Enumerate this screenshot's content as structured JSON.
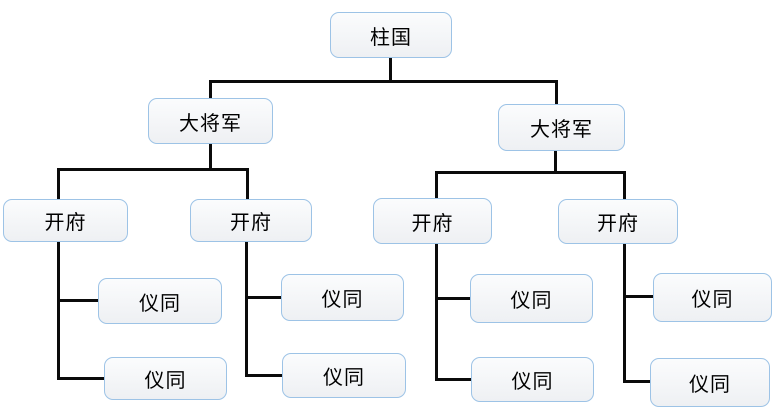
{
  "diagram": {
    "type": "org-chart",
    "background_color": "#FFFFFF",
    "node_fill_color": "#F2F3F5",
    "node_border_color": "#9DC3E6",
    "connector_color": "#0B0B0B",
    "text_color": "#000000",
    "levels": [
      {
        "level": 1,
        "title": "柱国",
        "count": 1
      },
      {
        "level": 2,
        "title": "大将军",
        "count": 2
      },
      {
        "level": 3,
        "title": "开府",
        "count": 4
      },
      {
        "level": 4,
        "title": "仪同",
        "count": 8
      }
    ],
    "nodes": [
      {
        "id": "zhuguo",
        "label": "柱国",
        "level": 1,
        "parent": null
      },
      {
        "id": "dajiangjun-1",
        "label": "大将军",
        "level": 2,
        "parent": "zhuguo"
      },
      {
        "id": "dajiangjun-2",
        "label": "大将军",
        "level": 2,
        "parent": "zhuguo"
      },
      {
        "id": "kaifu-1",
        "label": "开府",
        "level": 3,
        "parent": "dajiangjun-1"
      },
      {
        "id": "kaifu-2",
        "label": "开府",
        "level": 3,
        "parent": "dajiangjun-1"
      },
      {
        "id": "kaifu-3",
        "label": "开府",
        "level": 3,
        "parent": "dajiangjun-2"
      },
      {
        "id": "kaifu-4",
        "label": "开府",
        "level": 3,
        "parent": "dajiangjun-2"
      },
      {
        "id": "yitong-1a",
        "label": "仪同",
        "level": 4,
        "parent": "kaifu-1"
      },
      {
        "id": "yitong-1b",
        "label": "仪同",
        "level": 4,
        "parent": "kaifu-1"
      },
      {
        "id": "yitong-2a",
        "label": "仪同",
        "level": 4,
        "parent": "kaifu-2"
      },
      {
        "id": "yitong-2b",
        "label": "仪同",
        "level": 4,
        "parent": "kaifu-2"
      },
      {
        "id": "yitong-3a",
        "label": "仪同",
        "level": 4,
        "parent": "kaifu-3"
      },
      {
        "id": "yitong-3b",
        "label": "仪同",
        "level": 4,
        "parent": "kaifu-3"
      },
      {
        "id": "yitong-4a",
        "label": "仪同",
        "level": 4,
        "parent": "kaifu-4"
      },
      {
        "id": "yitong-4b",
        "label": "仪同",
        "level": 4,
        "parent": "kaifu-4"
      }
    ]
  }
}
